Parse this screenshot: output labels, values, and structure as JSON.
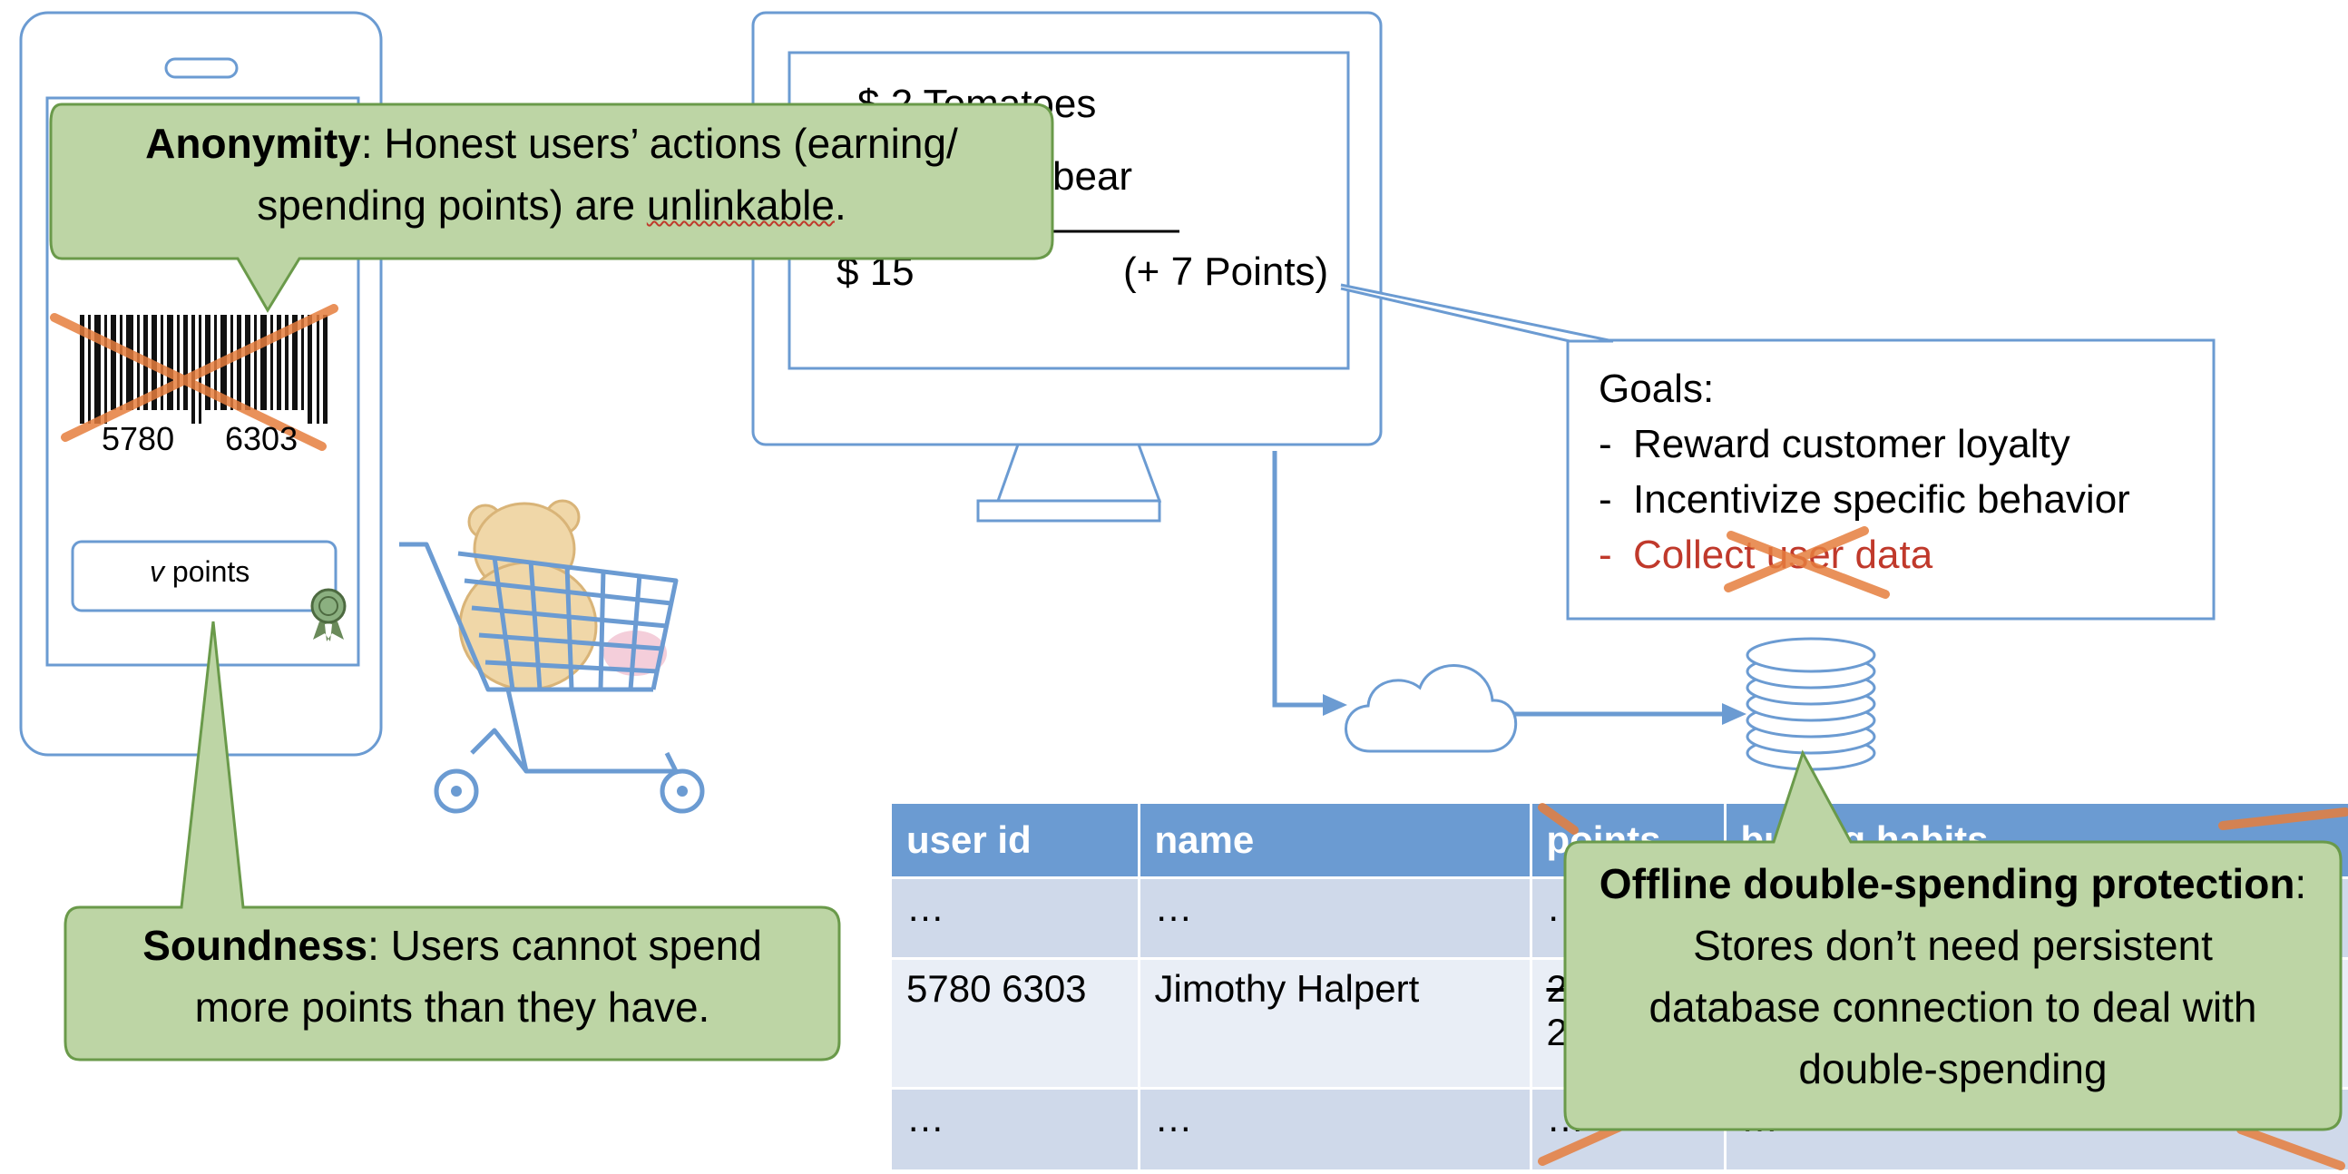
{
  "phone": {
    "barcode_left": "5780",
    "barcode_right": "6303",
    "points_box_var": "v",
    "points_box_label": " points"
  },
  "receipt": {
    "line1": "$ 2 Tomatoes",
    "line2": "bear",
    "total": "$ 15",
    "points": "(+ 7 Points)"
  },
  "goals": {
    "title": "Goals:",
    "items": [
      {
        "dash": "-",
        "text": "Reward customer loyalty"
      },
      {
        "dash": "-",
        "text": "Incentivize specific behavior"
      },
      {
        "dash": "-",
        "text": "Collect user data"
      }
    ]
  },
  "table": {
    "headers": [
      "user id",
      "name",
      "points",
      "buying habits"
    ],
    "rows": [
      [
        "…",
        "…",
        "…",
        "…"
      ],
      [
        "5780 6303",
        "Jimothy Halpert",
        "2",
        ""
      ],
      [
        "…",
        "…",
        "…",
        "…"
      ]
    ],
    "row2_points_second": "2"
  },
  "callouts": {
    "anonymity": {
      "bold": "Anonymity",
      "line1_rest": ": Honest users’ actions (earning/",
      "line2_a": "spending points) are ",
      "line2_word": "unlinkable",
      "line2_end": "."
    },
    "soundness": {
      "bold": "Soundness",
      "line1_rest": ": Users cannot spend",
      "line2": "more points than they have."
    },
    "offline": {
      "bold": "Offline double-spending protection",
      "line1_end": ":",
      "line2": "Stores don’t need persistent",
      "line3": "database connection to deal with",
      "line4": "double-spending"
    }
  },
  "colors": {
    "outline_blue": "#6b9bd2",
    "callout_fill": "#bdd5a5",
    "callout_border": "#6a9a4a",
    "cross_orange": "#e67e3e",
    "goal_red": "#c0392b"
  }
}
